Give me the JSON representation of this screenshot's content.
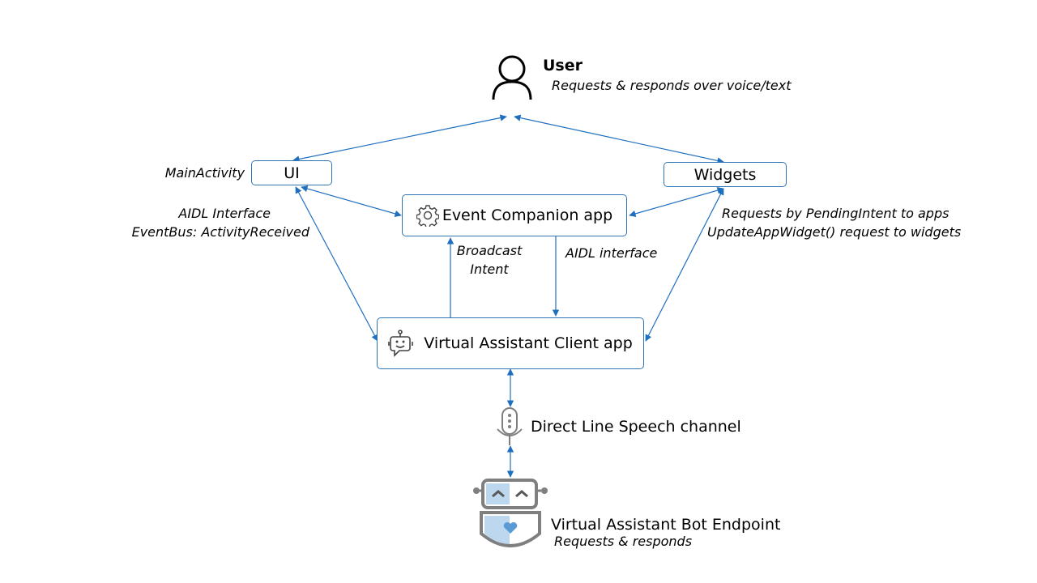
{
  "colors": {
    "line": "#1F6FBF",
    "box_border": "#2E75B6",
    "icon_gray": "#7F7F7F",
    "robot_fill": "#BDD7EE",
    "heart": "#5B9BD5"
  },
  "user": {
    "title": "User",
    "subtitle": "Requests & responds over voice/text",
    "icon": "user-icon"
  },
  "ui_box": {
    "label": "UI",
    "side_label": "MainActivity"
  },
  "widgets_box": {
    "label": "Widgets"
  },
  "event_app": {
    "label": "Event Companion app",
    "icon": "gear-icon"
  },
  "va_client": {
    "label": "Virtual Assistant Client app",
    "icon": "bot-icon"
  },
  "edges": {
    "ui_to_event": [
      "AIDL Interface",
      "EventBus: ActivityReceived"
    ],
    "widgets_to_event": [
      "Requests by PendingIntent to apps",
      "UpdateAppWidget() request to widgets"
    ],
    "broadcast": [
      "Broadcast",
      "Intent"
    ],
    "aidl": "AIDL interface"
  },
  "channel": {
    "label": "Direct Line Speech channel",
    "icon": "microphone-icon"
  },
  "bot": {
    "title": "Virtual Assistant Bot Endpoint",
    "subtitle": "Requests & responds",
    "icon": "robot-icon"
  }
}
